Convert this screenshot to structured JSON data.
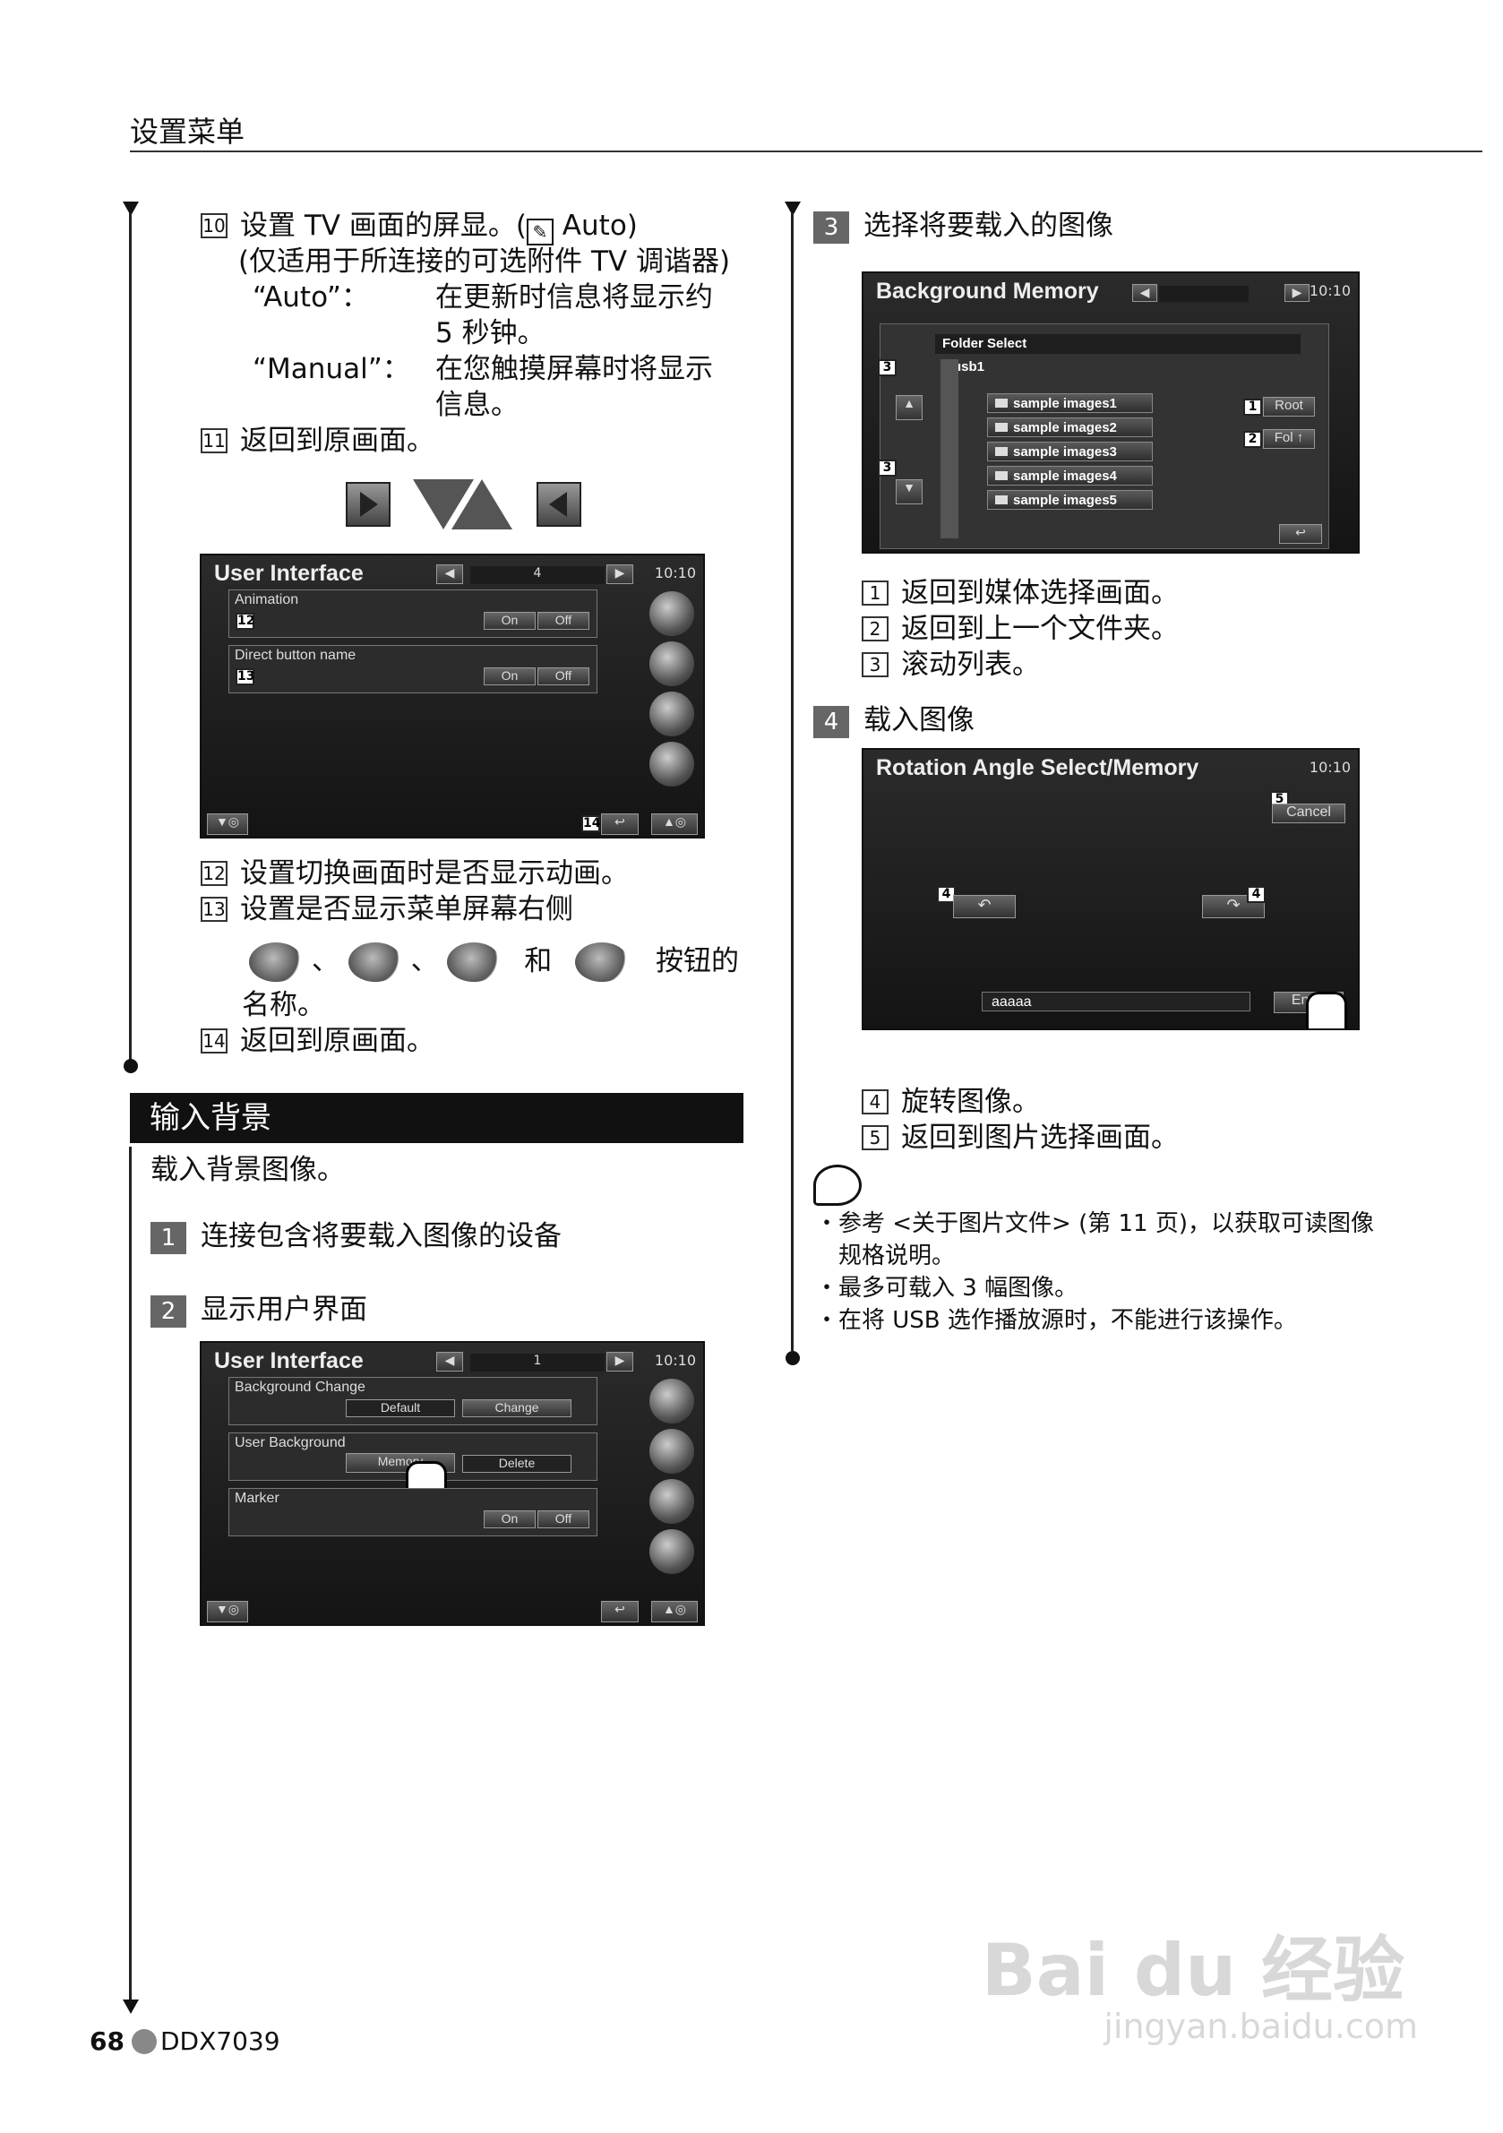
{
  "header": {
    "title": "设置菜单"
  },
  "left": {
    "item10": {
      "num": "10",
      "line1": "设置 TV 画面的屏显。(",
      "line1b": " Auto)",
      "line2": "(仅适用于所连接的可选附件 TV 调谐器)",
      "auto_key": "“Auto”：",
      "auto_desc1": "在更新时信息将显示约",
      "auto_desc2": "5 秒钟。",
      "manual_key": "“Manual”：",
      "manual_desc1": "在您触摸屏幕时将显示",
      "manual_desc2": "信息。"
    },
    "item11": {
      "num": "11",
      "text": "返回到原画面。"
    },
    "ui_screen1": {
      "title": "User Interface",
      "page": "4",
      "clock": "10:10",
      "animation_label": "Animation",
      "direct_label": "Direct button name",
      "on": "On",
      "off": "Off",
      "callout12": "12",
      "callout13": "13",
      "callout14": "14"
    },
    "item12": {
      "num": "12",
      "text": "设置切换画面时是否显示动画。"
    },
    "item13": {
      "num": "13",
      "text": "设置是否显示菜单屏幕右侧",
      "sep1": "、",
      "sep2": "、",
      "and": "和",
      "tail": "按钮的",
      "line3": "名称。"
    },
    "item14": {
      "num": "14",
      "text": "返回到原画面。"
    },
    "section": {
      "title": "输入背景",
      "intro": "载入背景图像。"
    },
    "step1": {
      "num": "1",
      "text": "连接包含将要载入图像的设备"
    },
    "step2": {
      "num": "2",
      "text": "显示用户界面"
    },
    "ui_screen2": {
      "title": "User Interface",
      "page": "1",
      "clock": "10:10",
      "bg_change_label": "Background Change",
      "default_btn": "Default",
      "change_btn": "Change",
      "user_bg_label": "User Background",
      "memory_btn": "Memory",
      "delete_btn": "Delete",
      "marker_label": "Marker",
      "on": "On",
      "off": "Off"
    }
  },
  "right": {
    "step3": {
      "num": "3",
      "text": "选择将要载入的图像"
    },
    "bg_screen": {
      "title": "Background Memory",
      "clock": "10:10",
      "folder_select": "Folder Select",
      "usb": "usb1",
      "folders": [
        "sample images1",
        "sample images2",
        "sample images3",
        "sample images4",
        "sample images5"
      ],
      "root_btn": "Root",
      "fol_btn": "Fol ↑",
      "c1": "1",
      "c2": "2",
      "c3": "3"
    },
    "list3": [
      {
        "num": "1",
        "text": "返回到媒体选择画面。"
      },
      {
        "num": "2",
        "text": "返回到上一个文件夹。"
      },
      {
        "num": "3",
        "text": "滚动列表。"
      }
    ],
    "step4": {
      "num": "4",
      "text": "载入图像"
    },
    "rot_screen": {
      "title": "Rotation Angle Select/Memory",
      "clock": "10:10",
      "cancel_btn": "Cancel",
      "name_value": "aaaaa",
      "enter_btn": "Enter",
      "c4": "4",
      "c5": "5"
    },
    "list4": [
      {
        "num": "4",
        "text": "旋转图像。"
      },
      {
        "num": "5",
        "text": "返回到图片选择画面。"
      }
    ],
    "notes": [
      "・参考 <关于图片文件> (第 11 页)，以获取可读图像",
      "规格说明。",
      "・最多可载入 3 幅图像。",
      "・在将 USB 选作播放源时，不能进行该操作。"
    ]
  },
  "footer": {
    "page": "68",
    "model": "DDX7039"
  },
  "watermark": {
    "line1": "Bai du 经验",
    "line2": "jingyan.baidu.com"
  }
}
